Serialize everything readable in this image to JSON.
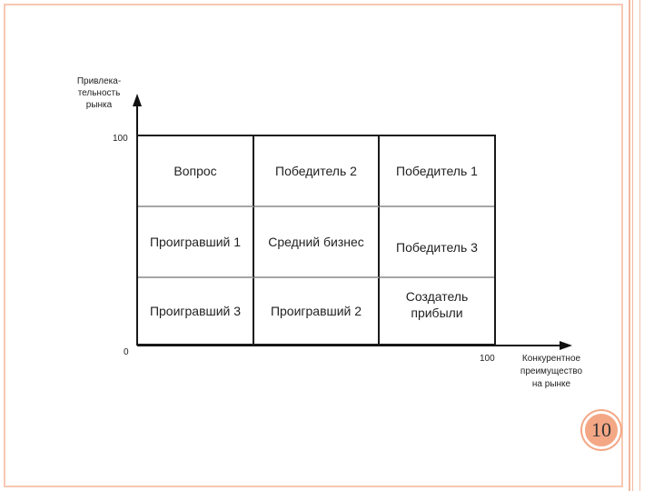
{
  "slide": {
    "number": "10"
  },
  "axes": {
    "y_label": "Привлека-\nтельность\nрынка",
    "x_label": "Конкурентное\nпреимущество\nна рынке",
    "y_max": "100",
    "origin": "0",
    "x_max": "100"
  },
  "matrix": {
    "rows": [
      [
        "Вопрос",
        "Победитель 2",
        "Победитель 1"
      ],
      [
        "Проигравший 1",
        "Средний бизнес",
        "Победитель 3"
      ],
      [
        "Проигравший 3",
        "Проигравший 2",
        "Создатель\nприбыли"
      ]
    ]
  },
  "colors": {
    "accent": "#f4a785",
    "frame": "#f7c8b2",
    "grid_line": "#1a1a1a"
  }
}
